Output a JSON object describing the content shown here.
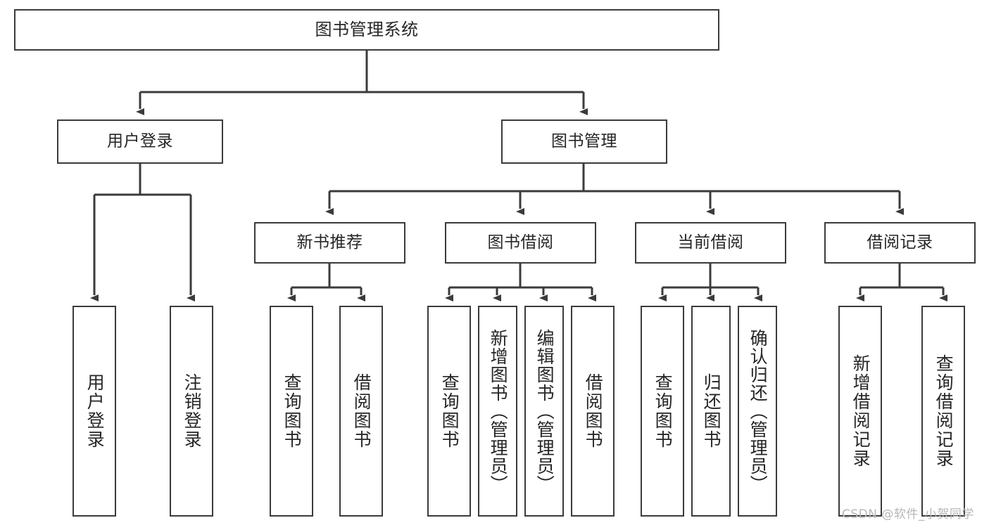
{
  "diagram": {
    "title": "图书管理系统",
    "type": "tree",
    "watermark": "CSDN @软件_小贺同学",
    "colors": {
      "box_border": "#3b3b3b",
      "box_fill": "#ffffff",
      "line": "#3b3b3b",
      "text": "#262626",
      "watermark": "#b7b7b7",
      "background": "#ffffff"
    },
    "root": {
      "label": "图书管理系统"
    },
    "level1": [
      {
        "label": "用户登录"
      },
      {
        "label": "图书管理"
      }
    ],
    "level2": [
      {
        "label": "新书推荐"
      },
      {
        "label": "图书借阅"
      },
      {
        "label": "当前借阅"
      },
      {
        "label": "借阅记录"
      }
    ],
    "leaves": {
      "user_login": [
        {
          "label": "用户登录"
        },
        {
          "label": "注销登录"
        }
      ],
      "new_book": [
        {
          "label": "查询图书"
        },
        {
          "label": "借阅图书"
        }
      ],
      "borrow": [
        {
          "label": "查询图书"
        },
        {
          "label": "新增图书（管理员）"
        },
        {
          "label": "编辑图书（管理员）"
        },
        {
          "label": "借阅图书"
        }
      ],
      "current": [
        {
          "label": "查询图书"
        },
        {
          "label": "归还图书"
        },
        {
          "label": "确认归还（管理员）"
        }
      ],
      "records": [
        {
          "label": "新增借阅记录"
        },
        {
          "label": "查询借阅记录"
        }
      ]
    }
  }
}
